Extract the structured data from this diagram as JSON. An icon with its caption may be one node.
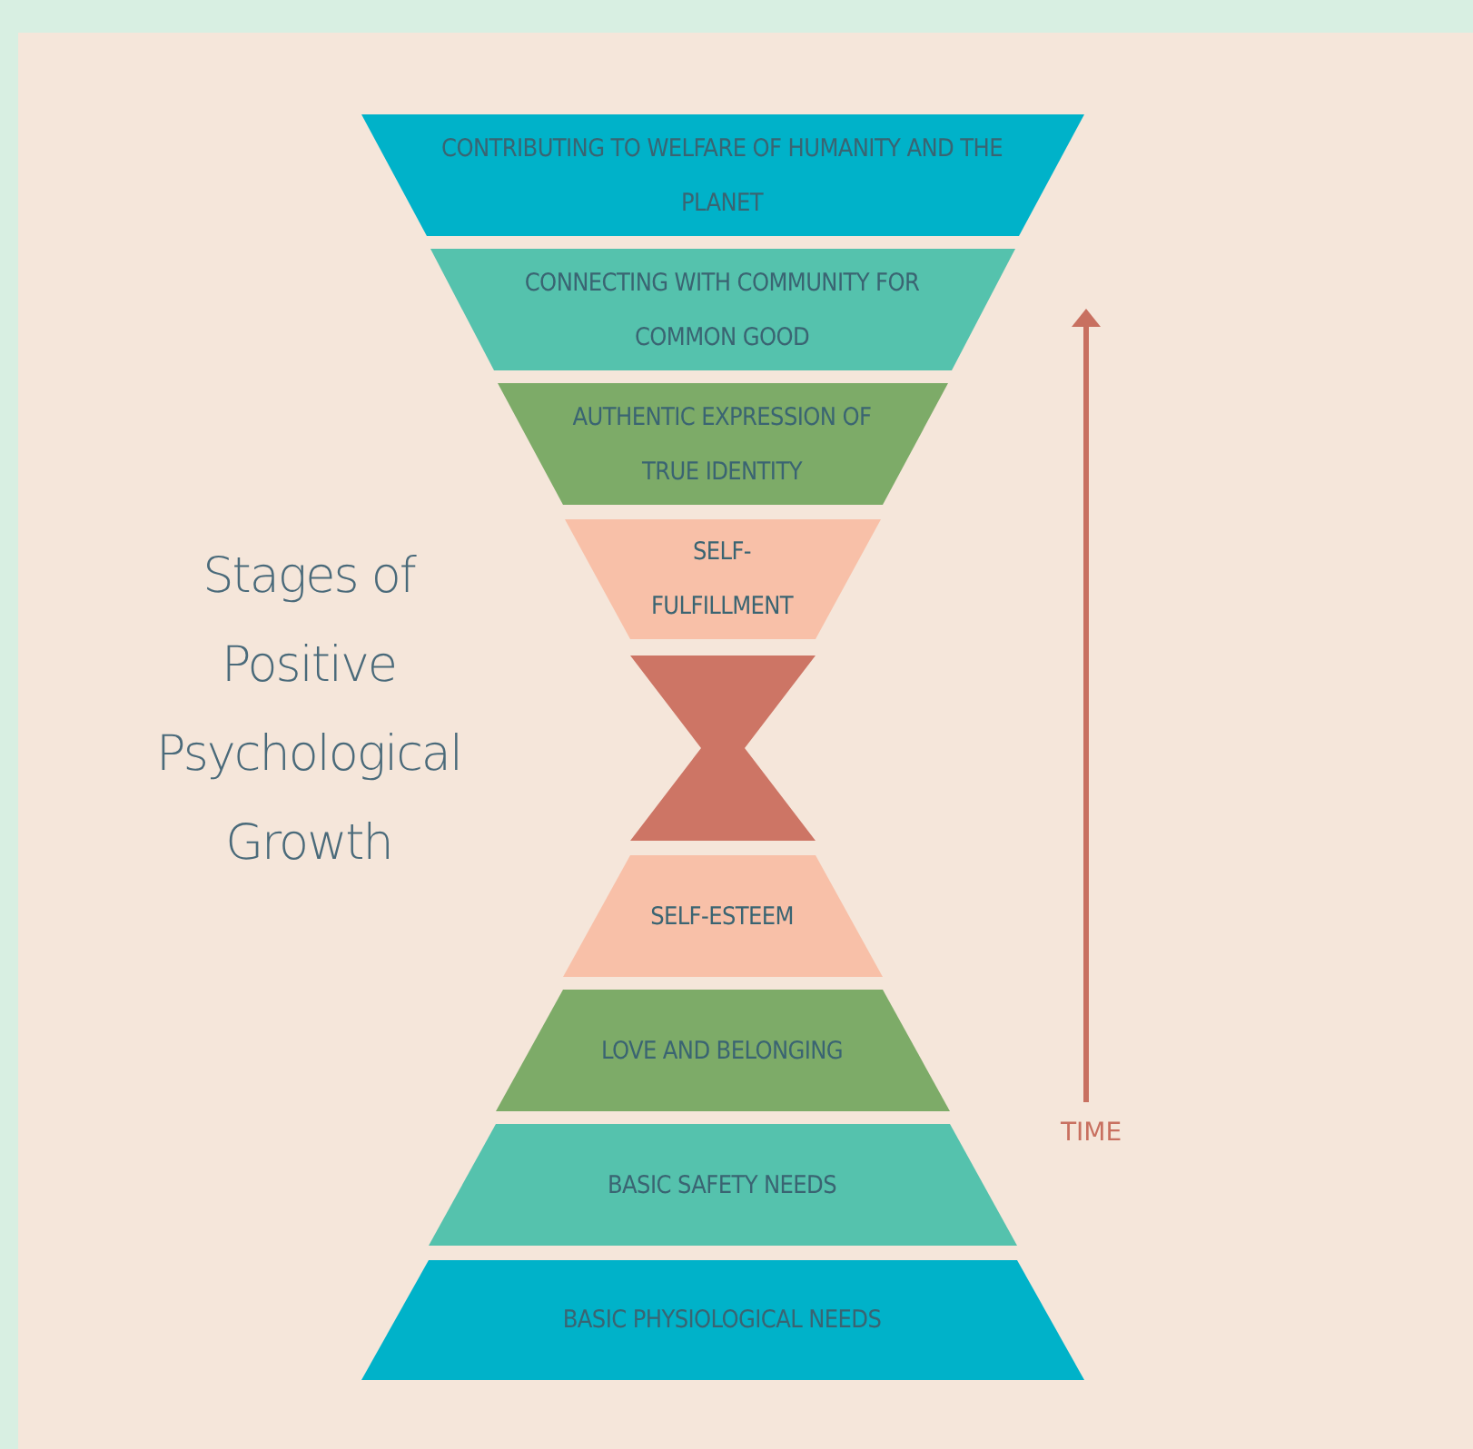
{
  "diagram": {
    "title": "Stages of Positive Psychological Growth",
    "nodes": [
      {
        "text": [
          "CONTRIBUTING TO WELFARE OF HUMANITY AND THE PLANET"
        ]
      },
      {
        "text": [
          "CONNECTING WITH COMMUNITY FOR COMMON GOOD"
        ]
      },
      {
        "text": [
          "AUTHENTIC EXPRESSION OF TRUE IDENTITY"
        ]
      },
      {
        "text": [
          "SELF-FULFILLMENT"
        ]
      },
      {
        "text": [],
        "shape": "hourglass"
      },
      {
        "text": [
          "SELF-ESTEEM"
        ]
      },
      {
        "text": [
          "LOVE AND BELONGING"
        ]
      },
      {
        "text": [
          "BASIC SAFETY NEEDS"
        ]
      },
      {
        "text": [
          "BASIC PHYSIOLOGICAL NEEDS"
        ]
      }
    ],
    "labels": [
      "TIME"
    ]
  }
}
